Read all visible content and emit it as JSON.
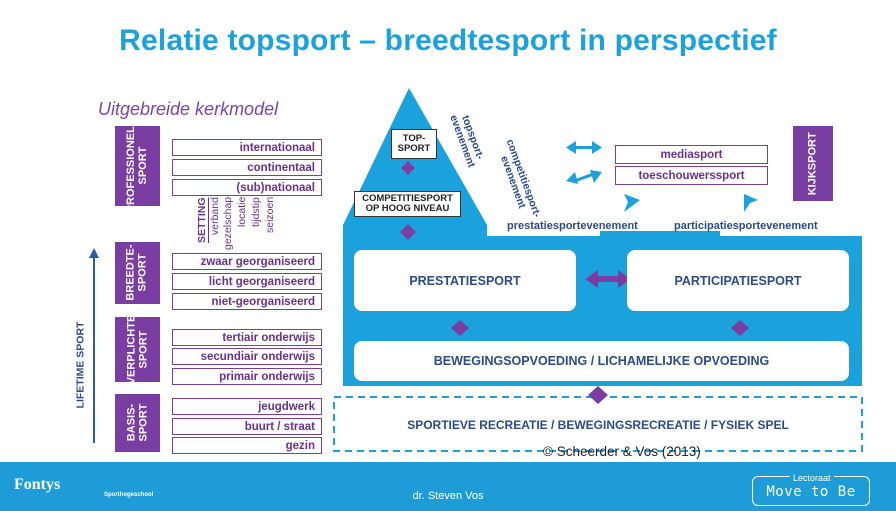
{
  "slide_title": "Relatie topsport – breedtesport in perspectief",
  "subtitle": "Uitgebreide kerkmodel",
  "left_categories": [
    {
      "label": "PROFESSIONELE\nSPORT"
    },
    {
      "label": "BREEDTE-\nSPORT"
    },
    {
      "label": "VERPLICHTE\nSPORT"
    },
    {
      "label": "BASIS-\nSPORT"
    }
  ],
  "left_boxes": [
    "internationaal",
    "continentaal",
    "(sub)nationaal",
    "zwaar georganiseerd",
    "licht georganiseerd",
    "niet-georganiseerd",
    "tertiair onderwijs",
    "secundiair onderwijs",
    "primair onderwijs",
    "jeugdwerk",
    "buurt / straat",
    "gezin"
  ],
  "setting": {
    "header": "SETTING",
    "items": [
      "verband",
      "gezelschap",
      "locatie",
      "tijdstip",
      "seizoen"
    ]
  },
  "lifetime_label": "LIFETIME SPORT",
  "pyramid": {
    "top_label": "TOP-\nSPORT",
    "competition_label": "COMPETITIESPORT\nOP HOOG NIVEAU"
  },
  "diagonal_labels": {
    "topsport_event": "topsport-\nevenement",
    "competitie_event": "competitiesport-\nevenement"
  },
  "right_side": {
    "kijksport": "KIJKSPORT",
    "mediasport": "mediasport",
    "toeschouwerssport": "toeschouwerssport",
    "prestatie_event": "prestatiesportevenement",
    "participatie_event": "participatiesportevenement"
  },
  "main_boxes": {
    "prestatiesport": "PRESTATIESPORT",
    "participatiesport": "PARTICIPATIESPORT",
    "bewegingsopvoeding": "BEWEGINGSOPVOEDING / LICHAMELIJKE OPVOEDING",
    "recreatie": "SPORTIEVE RECREATIE / BEWEGINGSRECREATIE / FYSIEK SPEL"
  },
  "copyright": "© Scheerder & Vos (2013)",
  "footer": {
    "logo": "Fontys",
    "logo_sub": "Sporthogeschool",
    "author": "dr. Steven Vos",
    "lectoraat_small": "Lectoraat",
    "lectoraat_main": "Move to Be"
  },
  "colors": {
    "title_blue": "#1ba1dc",
    "shape_blue": "#1ba1dc",
    "purple": "#7a3ea2",
    "footer_blue": "#1e9cd7"
  }
}
